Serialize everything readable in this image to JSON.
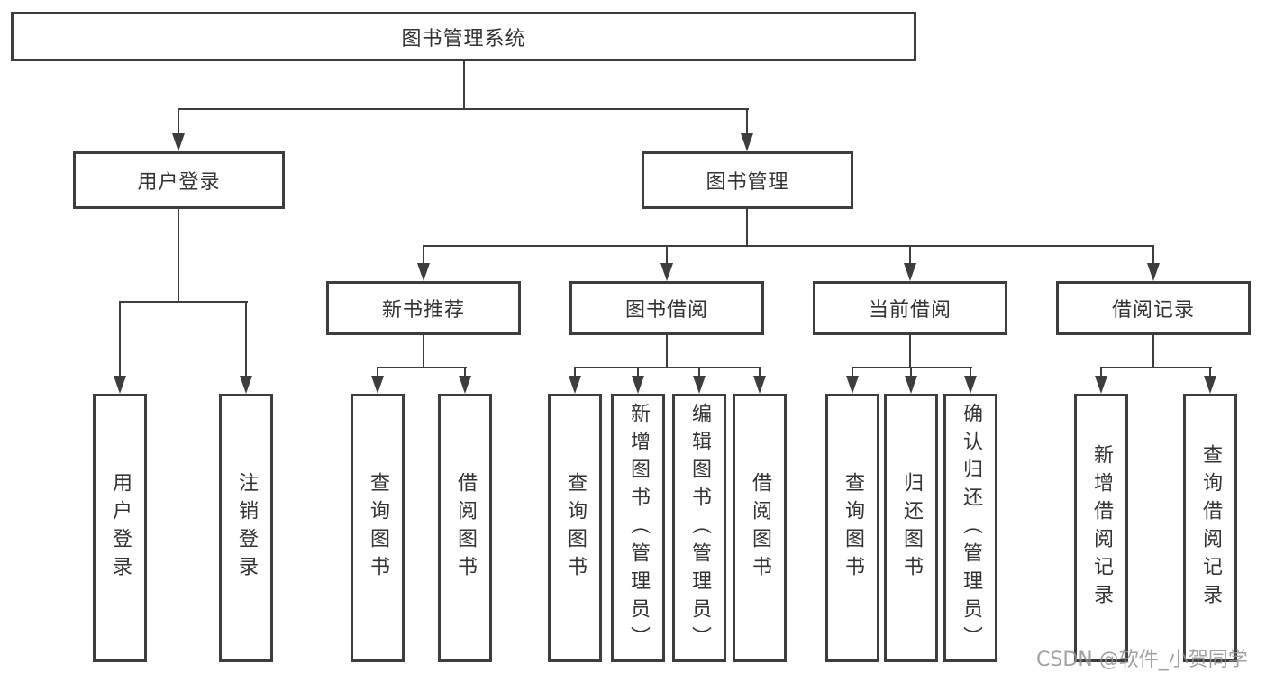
{
  "colors": {
    "line": "#3d3d3d",
    "box_border": "#3d3d3d",
    "text": "#333333",
    "background": "#ffffff",
    "watermark": "#919191"
  },
  "diagram": {
    "root": {
      "label": "图书管理系统"
    },
    "branches": [
      {
        "label": "用户登录",
        "children": [
          {
            "label": "用户登录"
          },
          {
            "label": "注销登录"
          }
        ]
      },
      {
        "label": "图书管理",
        "children": [
          {
            "label": "新书推荐",
            "children": [
              {
                "label": "查询图书"
              },
              {
                "label": "借阅图书"
              }
            ]
          },
          {
            "label": "图书借阅",
            "children": [
              {
                "label": "查询图书"
              },
              {
                "label": "新增图书（管理员）"
              },
              {
                "label": "编辑图书（管理员）"
              },
              {
                "label": "借阅图书"
              }
            ]
          },
          {
            "label": "当前借阅",
            "children": [
              {
                "label": "查询图书"
              },
              {
                "label": "归还图书"
              },
              {
                "label": "确认归还（管理员）"
              }
            ]
          },
          {
            "label": "借阅记录",
            "children": [
              {
                "label": "新增借阅记录"
              },
              {
                "label": "查询借阅记录"
              }
            ]
          }
        ]
      }
    ]
  },
  "watermark": {
    "text": "CSDN @软件_小贺同学"
  }
}
